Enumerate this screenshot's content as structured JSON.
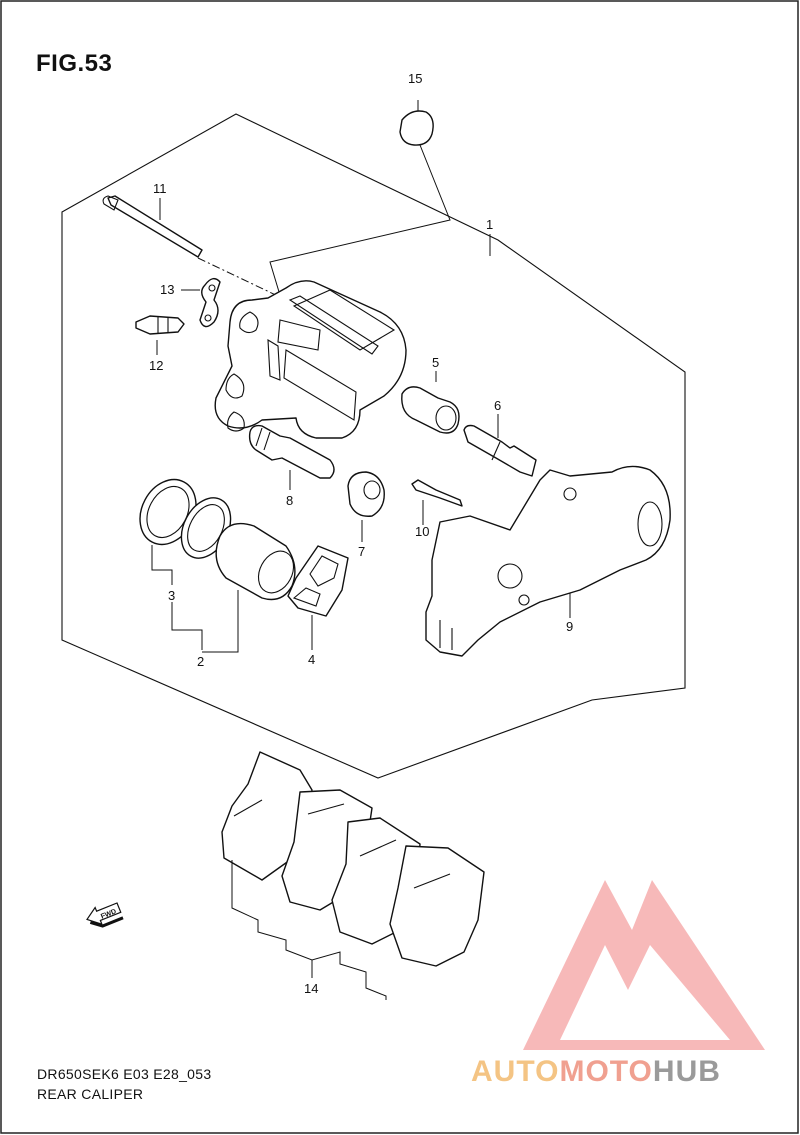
{
  "figure": {
    "title": "FIG.53"
  },
  "footer": {
    "code": "DR650SEK6 E03 E28_053",
    "caption": "REAR CALIPER"
  },
  "direction_marker": {
    "label": "FWD",
    "icon": "fwd-arrow-icon"
  },
  "watermark": {
    "words": [
      "AUTO",
      "MOTO",
      "HUB"
    ],
    "colors": [
      "#f4c484",
      "#f0a090",
      "#9a9a9a"
    ],
    "logo_icon": "triangle-logo-icon"
  },
  "callouts": {
    "c1": "1",
    "c2": "2",
    "c3": "3",
    "c4": "4",
    "c5": "5",
    "c6": "6",
    "c7": "7",
    "c8": "8",
    "c9": "9",
    "c10": "10",
    "c11": "11",
    "c12": "12",
    "c13": "13",
    "c14": "14",
    "c15": "15"
  }
}
